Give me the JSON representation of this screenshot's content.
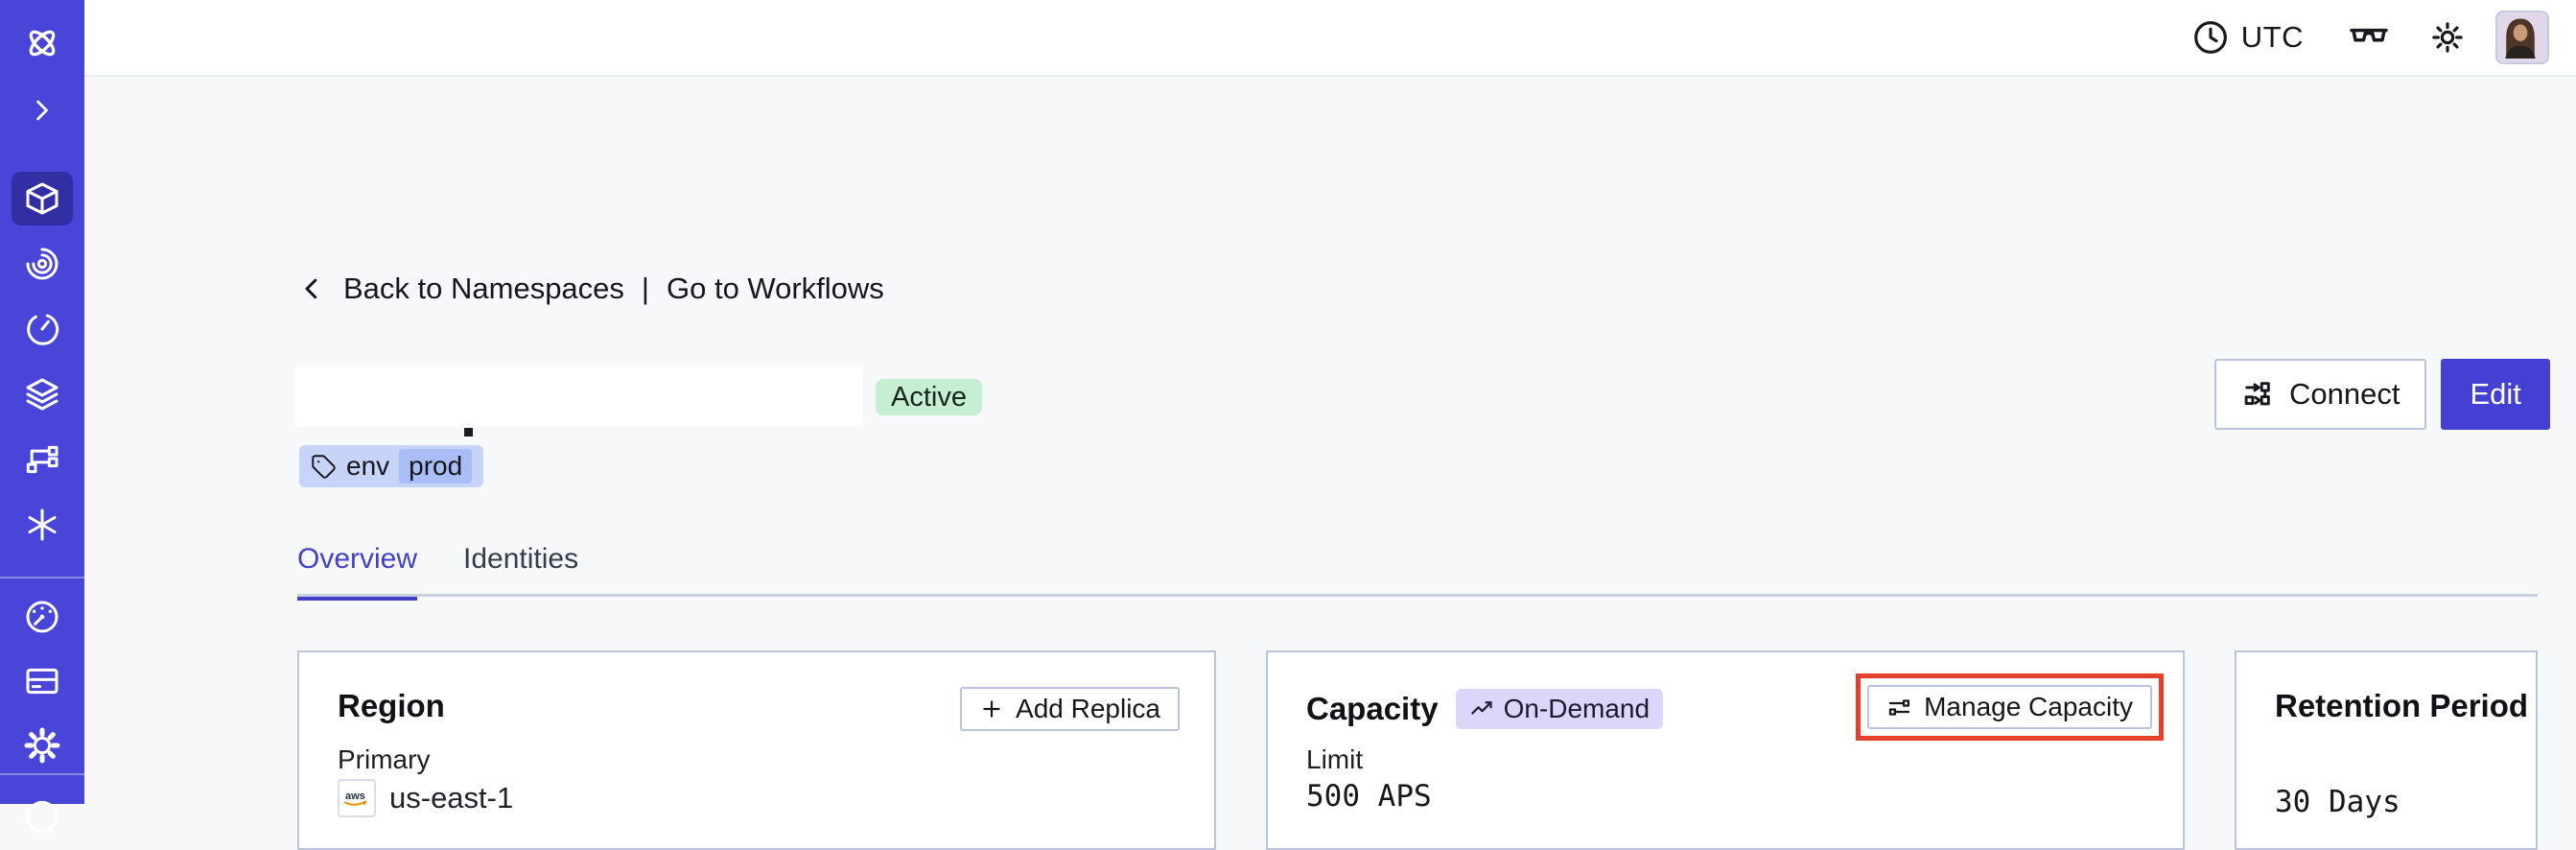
{
  "colors": {
    "sidebar_bg": "#4945D8",
    "accent": "#4440CE",
    "edit_button_bg": "#4540D4",
    "status_active_bg": "#C7EDD3",
    "tag_chip_bg": "#C7D4FA",
    "on_demand_badge_bg": "#DDD5FA",
    "highlight_annotation": "#E5402C",
    "card_border": "#BCC4DA",
    "page_bg": "#F7F8FA"
  },
  "sidebar": {
    "icons": [
      "temporal-logo",
      "chevron-right",
      "namespaces-cube",
      "runs-spiral",
      "schedules-timer",
      "nexus-layers",
      "deployments-branch",
      "asterisk",
      "usage-gauge",
      "billing-card",
      "settings-gear",
      "support-circle"
    ],
    "active_icon": "namespaces-cube"
  },
  "topbar": {
    "timezone_label": "UTC",
    "icons": [
      "clock-icon",
      "glasses-icon",
      "brightness-icon",
      "user-avatar"
    ]
  },
  "breadcrumb": {
    "back_label": "Back to Namespaces",
    "separator": "|",
    "action_label": "Go to Workflows"
  },
  "namespace_header": {
    "status_badge": "Active",
    "tag": {
      "key": "env",
      "value": "prod"
    },
    "connect_button": "Connect",
    "edit_button": "Edit"
  },
  "tabs": {
    "items": [
      {
        "label": "Overview",
        "active": true
      },
      {
        "label": "Identities",
        "active": false
      }
    ]
  },
  "cards": {
    "region": {
      "title": "Region",
      "add_replica_button": "Add Replica",
      "field_label": "Primary",
      "provider": "aws",
      "value": "us-east-1"
    },
    "capacity": {
      "title": "Capacity",
      "mode_badge": "On-Demand",
      "manage_button": "Manage Capacity",
      "manage_highlighted": true,
      "field_label": "Limit",
      "value": "500 APS"
    },
    "retention": {
      "title": "Retention Period",
      "value": "30 Days"
    }
  }
}
